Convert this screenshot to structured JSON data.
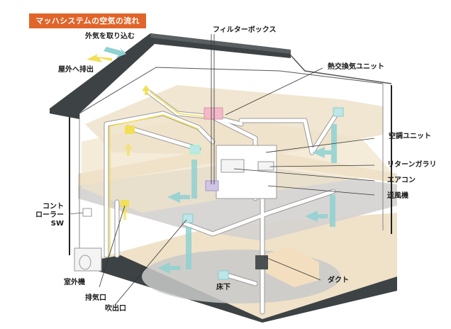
{
  "title": "マッハシステムの空気の流れ",
  "colors": {
    "title_bg": "#e0652a",
    "roof": "#3d4244",
    "floor_beige": "#efe2c9",
    "slab_gray": "#c9c9c9",
    "duct_white": "#ffffff",
    "fresh_air": "#8fd2d2",
    "exhaust_air": "#f2df55",
    "filter_box": "#f3b8c9",
    "heat_exchange_unit": "#d0c4e6",
    "foundation": "#3d4244"
  },
  "labels": {
    "intake": "外気を取り込む",
    "exhaust": "屋外へ排出",
    "filter_box": "フィルターボックス",
    "heat_exchange_unit": "熱交換気ユニット",
    "ac_unit": "空調ユニット",
    "return_gallery": "リターンガラリ",
    "air_conditioner": "エアコン",
    "blower": "送風機",
    "controller_line1": "コント",
    "controller_line2": "ローラー",
    "controller_line3": "SW",
    "outdoor_unit": "室外機",
    "exhaust_port": "排気口",
    "outlet": "吹出口",
    "underfloor": "床下",
    "duct": "ダクト"
  }
}
